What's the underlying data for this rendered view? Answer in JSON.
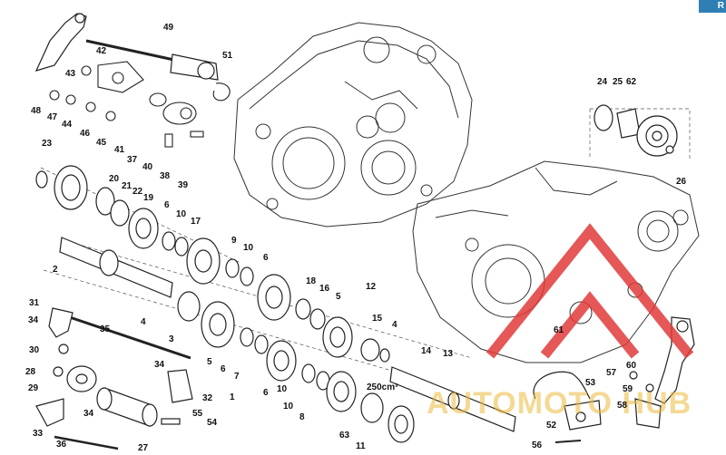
{
  "corner_tab": "R",
  "volume_label": "250cm³",
  "watermark": {
    "text": "AUTOMOTO HUB",
    "color": "#e8b84a"
  },
  "logo_color": "#e23a3a",
  "callouts": {
    "n1": "1",
    "n2": "2",
    "n3": "3",
    "n4a": "4",
    "n4b": "4",
    "n5a": "5",
    "n5b": "5",
    "n6a": "6",
    "n6b": "6",
    "n6c": "6",
    "n6d": "6",
    "n7": "7",
    "n8": "8",
    "n9": "9",
    "n10a": "10",
    "n10b": "10",
    "n10c": "10",
    "n10d": "10",
    "n11": "11",
    "n12": "12",
    "n13": "13",
    "n14": "14",
    "n15": "15",
    "n16": "16",
    "n17": "17",
    "n18": "18",
    "n19": "19",
    "n20": "20",
    "n21": "21",
    "n22": "22",
    "n23": "23",
    "n24": "24",
    "n25": "25",
    "n26": "26",
    "n27": "27",
    "n28": "28",
    "n29": "29",
    "n30": "30",
    "n31": "31",
    "n32": "32",
    "n33": "33",
    "n34a": "34",
    "n34b": "34",
    "n34c": "34",
    "n35": "35",
    "n36": "36",
    "n37": "37",
    "n38": "38",
    "n39": "39",
    "n40": "40",
    "n41": "41",
    "n42": "42",
    "n43": "43",
    "n44": "44",
    "n45": "45",
    "n46": "46",
    "n47": "47",
    "n48": "48",
    "n49": "49",
    "n51": "51",
    "n52": "52",
    "n53": "53",
    "n54": "54",
    "n55": "55",
    "n56": "56",
    "n57": "57",
    "n58": "58",
    "n59": "59",
    "n60": "60",
    "n61": "61",
    "n62": "62",
    "n63": "63"
  }
}
